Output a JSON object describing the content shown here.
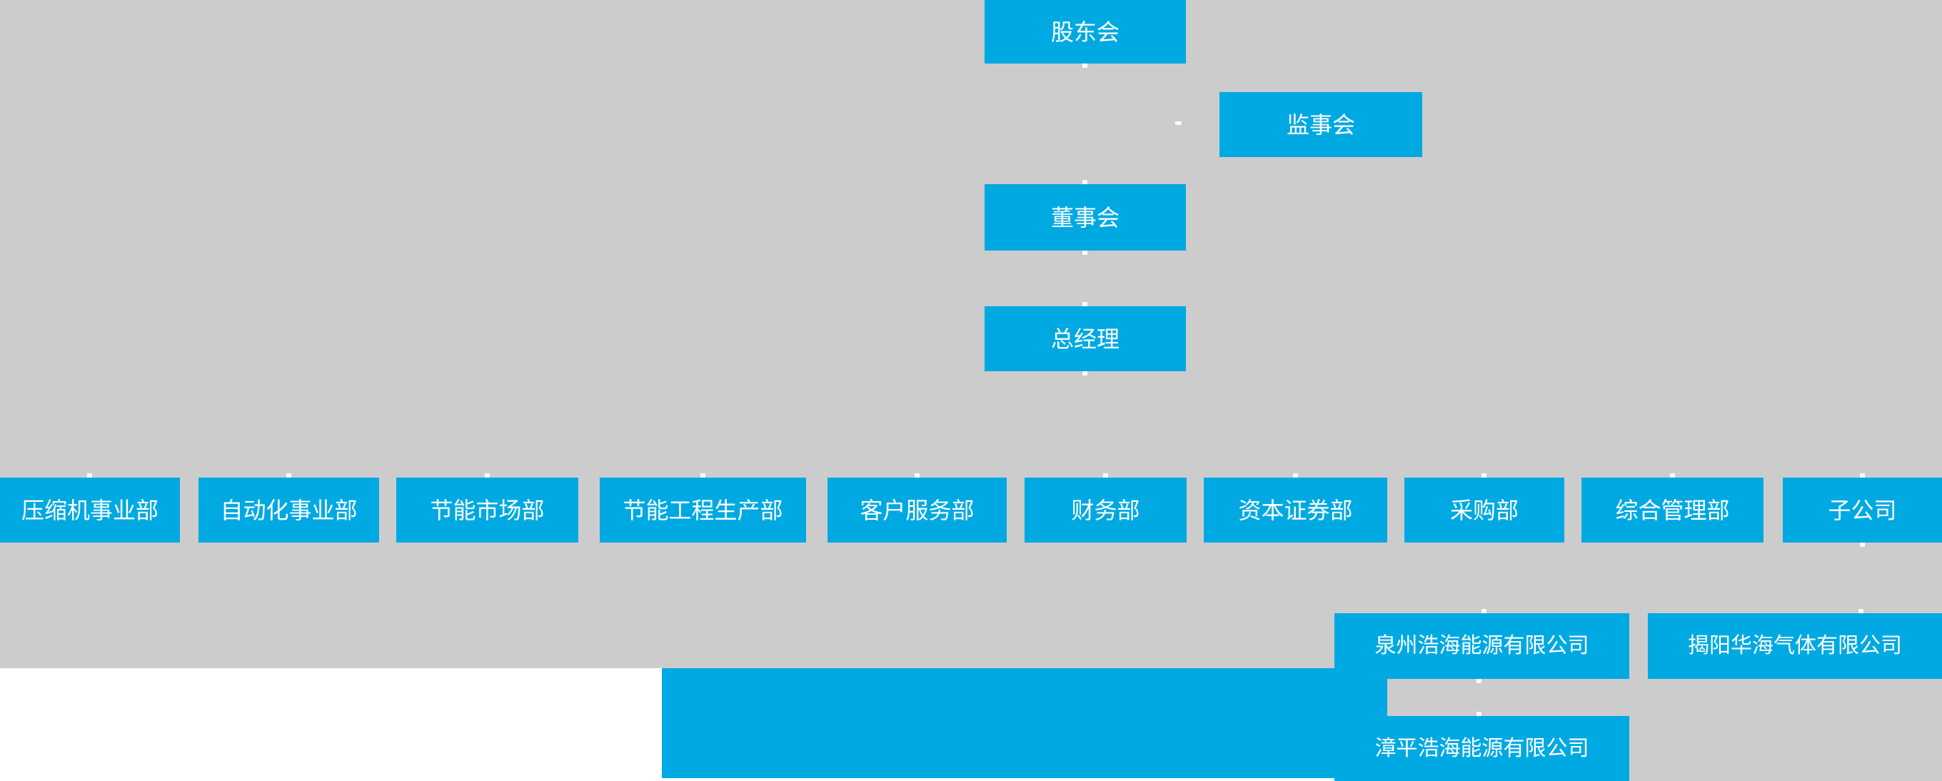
{
  "nodes": {
    "shareholders": "股东会",
    "supervisory": "监事会",
    "board": "董事会",
    "gm": "总经理"
  },
  "departments": [
    {
      "label": "压缩机事业部"
    },
    {
      "label": "自动化事业部"
    },
    {
      "label": "节能市场部"
    },
    {
      "label": "节能工程生产部"
    },
    {
      "label": "客户服务部"
    },
    {
      "label": "财务部"
    },
    {
      "label": "资本证券部"
    },
    {
      "label": "采购部"
    },
    {
      "label": "综合管理部"
    },
    {
      "label": "子公司"
    }
  ],
  "subsidiaries": [
    {
      "label": "泉州浩海能源有限公司"
    },
    {
      "label": "揭阳华海气体有限公司"
    },
    {
      "label": "漳平浩海能源有限公司"
    }
  ],
  "colors": {
    "background": "#cccccc",
    "page": "#ffffff",
    "node": "#00a9e2",
    "node_text": "#ffffff"
  }
}
